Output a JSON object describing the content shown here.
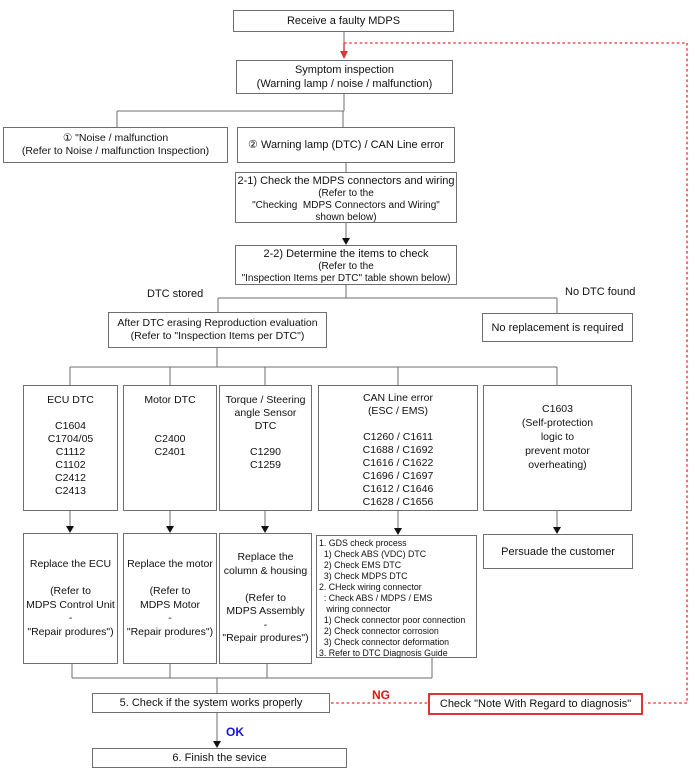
{
  "title": "MDPS diagnosis flowchart",
  "colors": {
    "line": "#6e6e6e",
    "red_accent": "#e23333",
    "ng_text": "#e21111",
    "ok_text": "#1414e0",
    "box_background": "#ffffff"
  },
  "nodes": {
    "receive": {
      "text": "Receive a faulty MDPS"
    },
    "symptom": {
      "text": "Symptom inspection\n(Warning lamp / noise / malfunction)"
    },
    "noise": {
      "text": "① \"Noise / malfunction\n(Refer to Noise / malfunction Inspection)"
    },
    "warning": {
      "text": "② Warning lamp (DTC) / CAN Line error"
    },
    "check_connectors": {
      "title": "2-1) Check the MDPS connectors and wiring",
      "sub": "(Refer to the\n\"Checking  MDPS Connectors and Wiring\"\nshown below)"
    },
    "determine_items": {
      "title": "2-2) Determine the items to check",
      "sub": "(Refer to the\n\"Inspection Items per DTC\" table shown below)"
    },
    "after_erasing": {
      "text": "After DTC erasing Reproduction evaluation\n(Refer to \"Inspection Items per DTC\")"
    },
    "no_replacement": {
      "text": "No replacement is required"
    },
    "ecu_dtc": {
      "text": "ECU DTC\n\nC1604\nC1704/05\nC1112\nC1102\nC2412\nC2413"
    },
    "motor_dtc": {
      "text": "Motor DTC\n\n\nC2400\nC2401"
    },
    "torque_dtc": {
      "text": "Torque / Steering\nangle Sensor\nDTC\n\nC1290\nC1259"
    },
    "can_dtc": {
      "text": "CAN Line error\n(ESC / EMS)\n\nC1260 / C1611\nC1688 / C1692\nC1616 / C1622\nC1696 / C1697\nC1612 / C1646\nC1628 / C1656"
    },
    "c1603": {
      "text": "C1603\n(Self-protection\nlogic to\nprevent motor\noverheating)"
    },
    "replace_ecu": {
      "text": "Replace the ECU\n\n(Refer to\nMDPS Control Unit\n-\n\"Repair produres\")"
    },
    "replace_motor": {
      "text": "Replace the motor\n\n(Refer to\nMDPS Motor\n-\n\"Repair produres\")"
    },
    "replace_column": {
      "text": "Replace the\ncolumn & housing\n\n(Refer to\nMDPS Assembly\n-\n\"Repair produres\")"
    },
    "gds_check": {
      "text": "1. GDS check process\n  1) Check ABS (VDC) DTC\n  2) Check EMS DTC\n  3) Check MDPS DTC\n2. CHeck wiring connector\n  : Check ABS / MDPS / EMS\n   wiring connector\n  1) Check connector poor connection\n  2) Check connector corrosion\n  3) Check connector deformation\n3. Refer to DTC Diagnosis Guide"
    },
    "persuade": {
      "text": "Persuade the customer"
    },
    "check_system": {
      "text": "5. Check if the system works properly"
    },
    "note_diagnosis": {
      "text": "Check \"Note With Regard to diagnosis\""
    },
    "finish": {
      "text": "6. Finish the sevice"
    }
  },
  "labels": {
    "dtc_stored": "DTC stored",
    "no_dtc_found": "No DTC found",
    "ng": "NG",
    "ok": "OK"
  }
}
